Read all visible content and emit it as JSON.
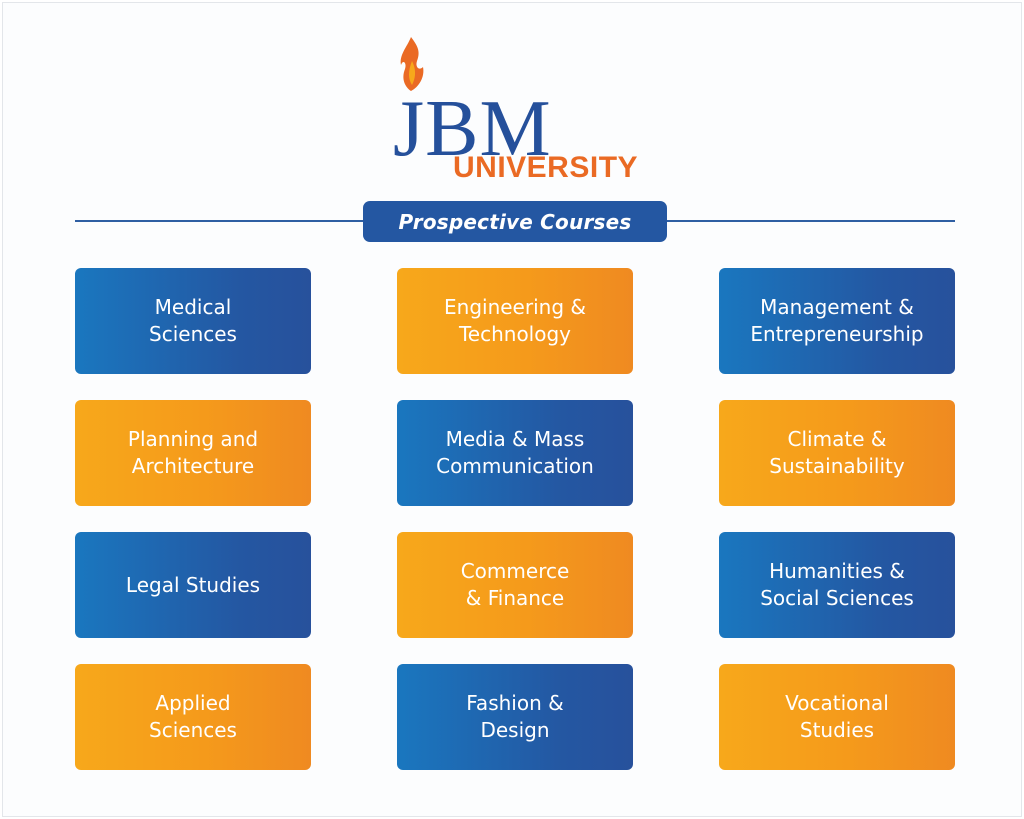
{
  "logo": {
    "brand": "JBM",
    "subtitle": "UNIVERSITY",
    "colors": {
      "brand_blue": "#25509b",
      "brand_orange": "#ea6a24"
    },
    "icon": "flame-icon"
  },
  "header": {
    "title": "Prospective Courses"
  },
  "colors": {
    "blue": "#2457a2",
    "orange": "#f59a1b",
    "line": "#2f5fa3"
  },
  "courses": [
    {
      "label": "Medical\nSciences",
      "color": "blue"
    },
    {
      "label": "Engineering &\nTechnology",
      "color": "orange"
    },
    {
      "label": "Management &\nEntrepreneurship",
      "color": "blue"
    },
    {
      "label": "Planning and\nArchitecture",
      "color": "orange"
    },
    {
      "label": "Media & Mass\nCommunication",
      "color": "blue"
    },
    {
      "label": "Climate &\nSustainability",
      "color": "orange"
    },
    {
      "label": "Legal Studies",
      "color": "blue"
    },
    {
      "label": "Commerce\n& Finance",
      "color": "orange"
    },
    {
      "label": "Humanities &\nSocial Sciences",
      "color": "blue"
    },
    {
      "label": "Applied\nSciences",
      "color": "orange"
    },
    {
      "label": "Fashion &\nDesign",
      "color": "blue"
    },
    {
      "label": "Vocational\nStudies",
      "color": "orange"
    }
  ]
}
